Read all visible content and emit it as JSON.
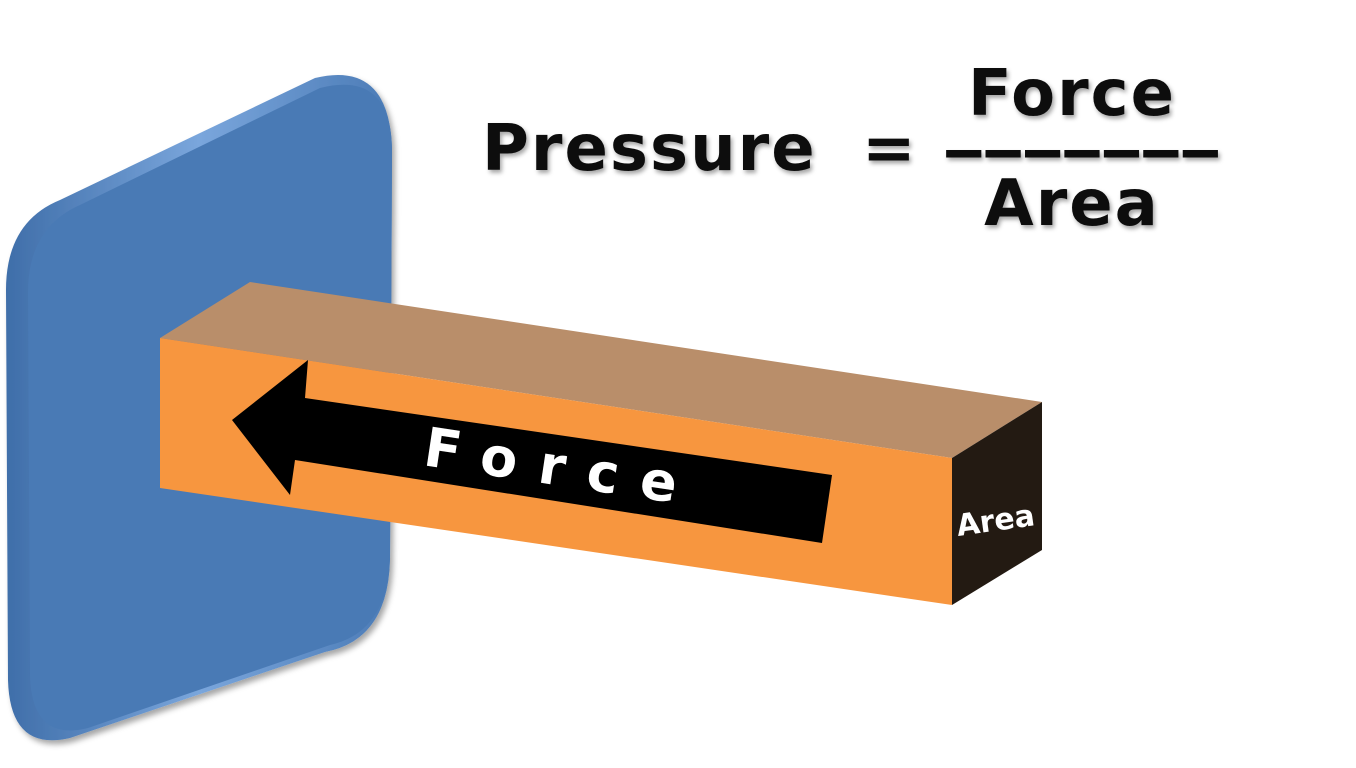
{
  "formula": {
    "lhs": "Pressure",
    "equals": "=",
    "numerator": "Force",
    "fraction_bar": "———————",
    "denominator": "Area"
  },
  "beam": {
    "arrow_label": "Force",
    "end_face_label": "Area"
  },
  "colors": {
    "wall": "#4a7ab5",
    "wall_edge": "#6f9bd6",
    "beam_front": "#f7963f",
    "beam_top": "#b98e6a",
    "beam_end": "#231a12",
    "arrow": "#000000",
    "text": "#0a0a0a"
  }
}
